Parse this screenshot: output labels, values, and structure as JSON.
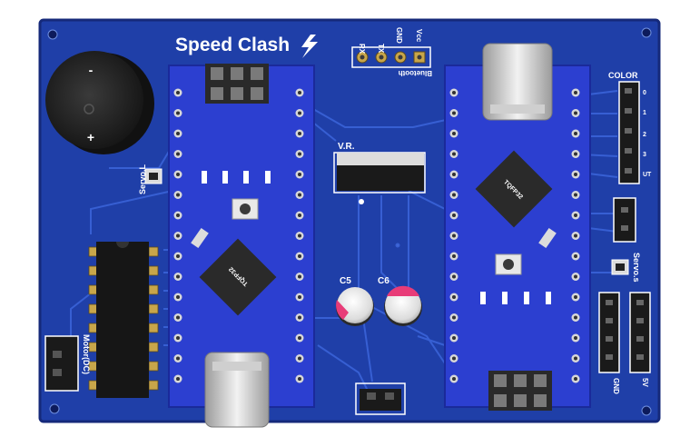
{
  "board": {
    "title": "Speed Clash",
    "colors": {
      "board": "#1f3fa8",
      "board_edge": "#15297a",
      "trace": "#3a63d8",
      "module": "#2c3fd0",
      "pad": "#c8a64a",
      "chip": "#2a2a2a"
    },
    "bluetooth": {
      "label": "Bluetooth",
      "pins": [
        "RX",
        "TX",
        "GND",
        "Vcc"
      ]
    },
    "labels": {
      "vr": "V.R.",
      "c5": "C5",
      "c6": "C6",
      "servo_left": "Servo.L",
      "servo_right": "Servo.s",
      "motor": "Motor(DC)",
      "color": "COLOR",
      "color_pins": [
        "0",
        "1",
        "2",
        "3",
        "UT"
      ],
      "gnd": "GND",
      "v5": "5V",
      "chip_left": "TQFP32",
      "chip_right": "TQFP32",
      "buzzer_minus": "-",
      "buzzer_plus": "+"
    }
  }
}
